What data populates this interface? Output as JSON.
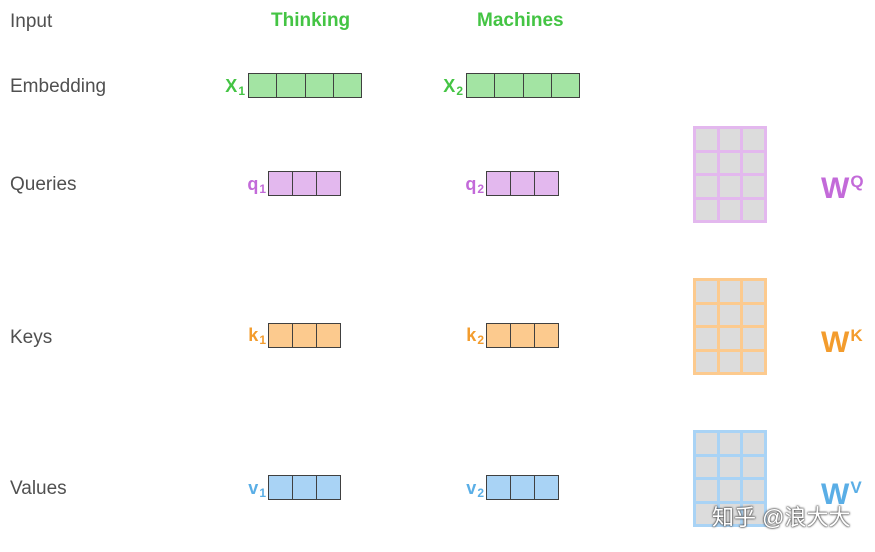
{
  "rows": {
    "input": "Input",
    "embedding": "Embedding",
    "queries": "Queries",
    "keys": "Keys",
    "values": "Values"
  },
  "words": {
    "word1": "Thinking",
    "word2": "Machines"
  },
  "vectors": {
    "x1": {
      "base": "X",
      "sub": "1"
    },
    "x2": {
      "base": "X",
      "sub": "2"
    },
    "q1": {
      "base": "q",
      "sub": "1"
    },
    "q2": {
      "base": "q",
      "sub": "2"
    },
    "k1": {
      "base": "k",
      "sub": "1"
    },
    "k2": {
      "base": "k",
      "sub": "2"
    },
    "v1": {
      "base": "v",
      "sub": "1"
    },
    "v2": {
      "base": "v",
      "sub": "2"
    }
  },
  "weights": {
    "wq": {
      "base": "W",
      "sup": "Q"
    },
    "wk": {
      "base": "W",
      "sup": "K"
    },
    "wv": {
      "base": "W",
      "sup": "V"
    }
  },
  "colors": {
    "green": "#44c444",
    "green_fill": "#a3e4a3",
    "purple": "#c36ad9",
    "purple_fill": "#e3b8ee",
    "orange": "#f39c2d",
    "orange_fill": "#fcca8e",
    "blue": "#5aaee6",
    "blue_fill": "#a9d3f5"
  },
  "watermark": "知乎 @浪大大"
}
